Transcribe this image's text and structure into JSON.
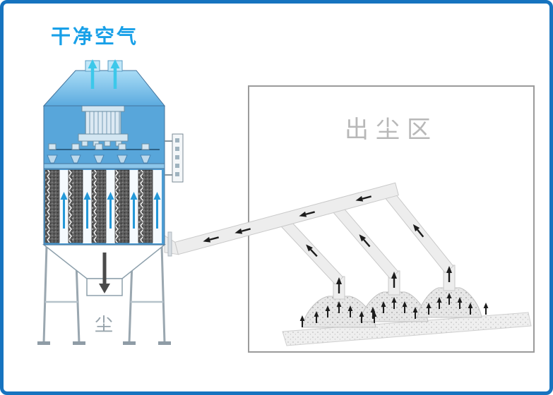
{
  "diagram": {
    "labels": {
      "clean_air": "干净空气",
      "dust_zone": "出尘区",
      "dust": "尘"
    },
    "colors": {
      "frame_border": "#1673bf",
      "clean_air_text": "#18a0e8",
      "machine_blue": "#4d9dd4",
      "machine_blue_light": "#a9dcf6",
      "clean_air_arrow": "#3cc8ea",
      "filter_strip_arrow": "#2498d8",
      "zone_border": "#9b9b9b",
      "zone_text": "#b8b8b8",
      "duct_fill": "#ededed",
      "flow_arrow": "#1c1c1c",
      "dust_text": "#98a4ac"
    },
    "icons": {
      "clean_air_flow": "up-arrow",
      "duct_flow": "flow-arrow",
      "dust_discharge": "down-arrow"
    }
  }
}
